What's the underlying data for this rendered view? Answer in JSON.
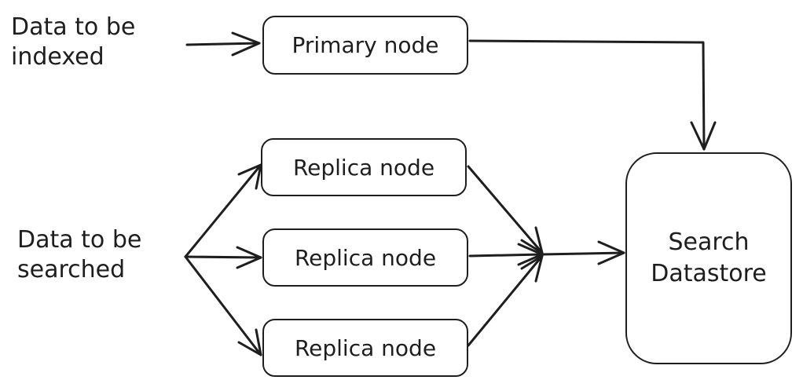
{
  "inputs": {
    "index": {
      "line1": "Data to be",
      "line2": "indexed"
    },
    "search": {
      "line1": "Data to be",
      "line2": "searched"
    }
  },
  "nodes": {
    "primary": "Primary node",
    "replicas": [
      "Replica node",
      "Replica node",
      "Replica node"
    ]
  },
  "store": {
    "line1": "Search",
    "line2": "Datastore"
  },
  "colors": {
    "stroke": "#1e1e1e",
    "background": "#ffffff"
  }
}
